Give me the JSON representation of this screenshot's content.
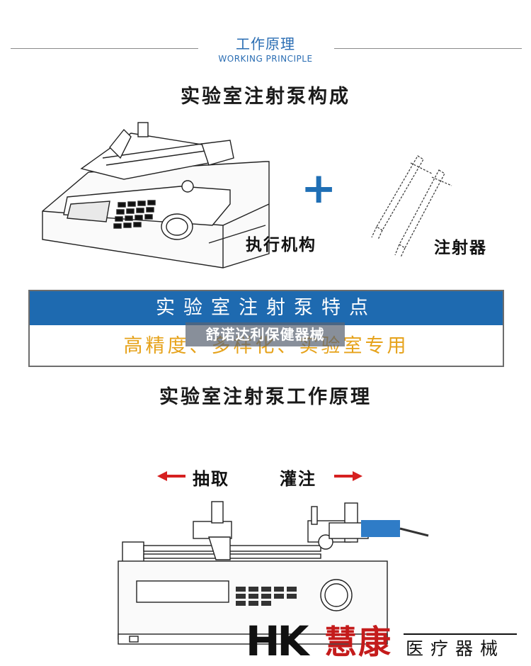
{
  "section": {
    "title_cn": "工作原理",
    "title_en": "WORKING PRINCIPLE"
  },
  "composition": {
    "heading": "实验室注射泵构成",
    "part_left": "执行机构",
    "part_right": "注射器",
    "plus": "+"
  },
  "features": {
    "title": "实验室注射泵特点",
    "subtitle": "高精度、多样化、实验室专用",
    "watermark": "舒诺达利保健器械"
  },
  "principle": {
    "heading": "实验室注射泵工作原理",
    "left_label": "抽取",
    "right_label": "灌注"
  },
  "logo": {
    "mark": "HK",
    "name": "慧康",
    "tagline": "医疗器械"
  },
  "colors": {
    "accent_blue": "#1e6ab0",
    "arrow_red": "#d62020",
    "feature_orange": "#e6a21a",
    "logo_red": "#c41b1b"
  }
}
